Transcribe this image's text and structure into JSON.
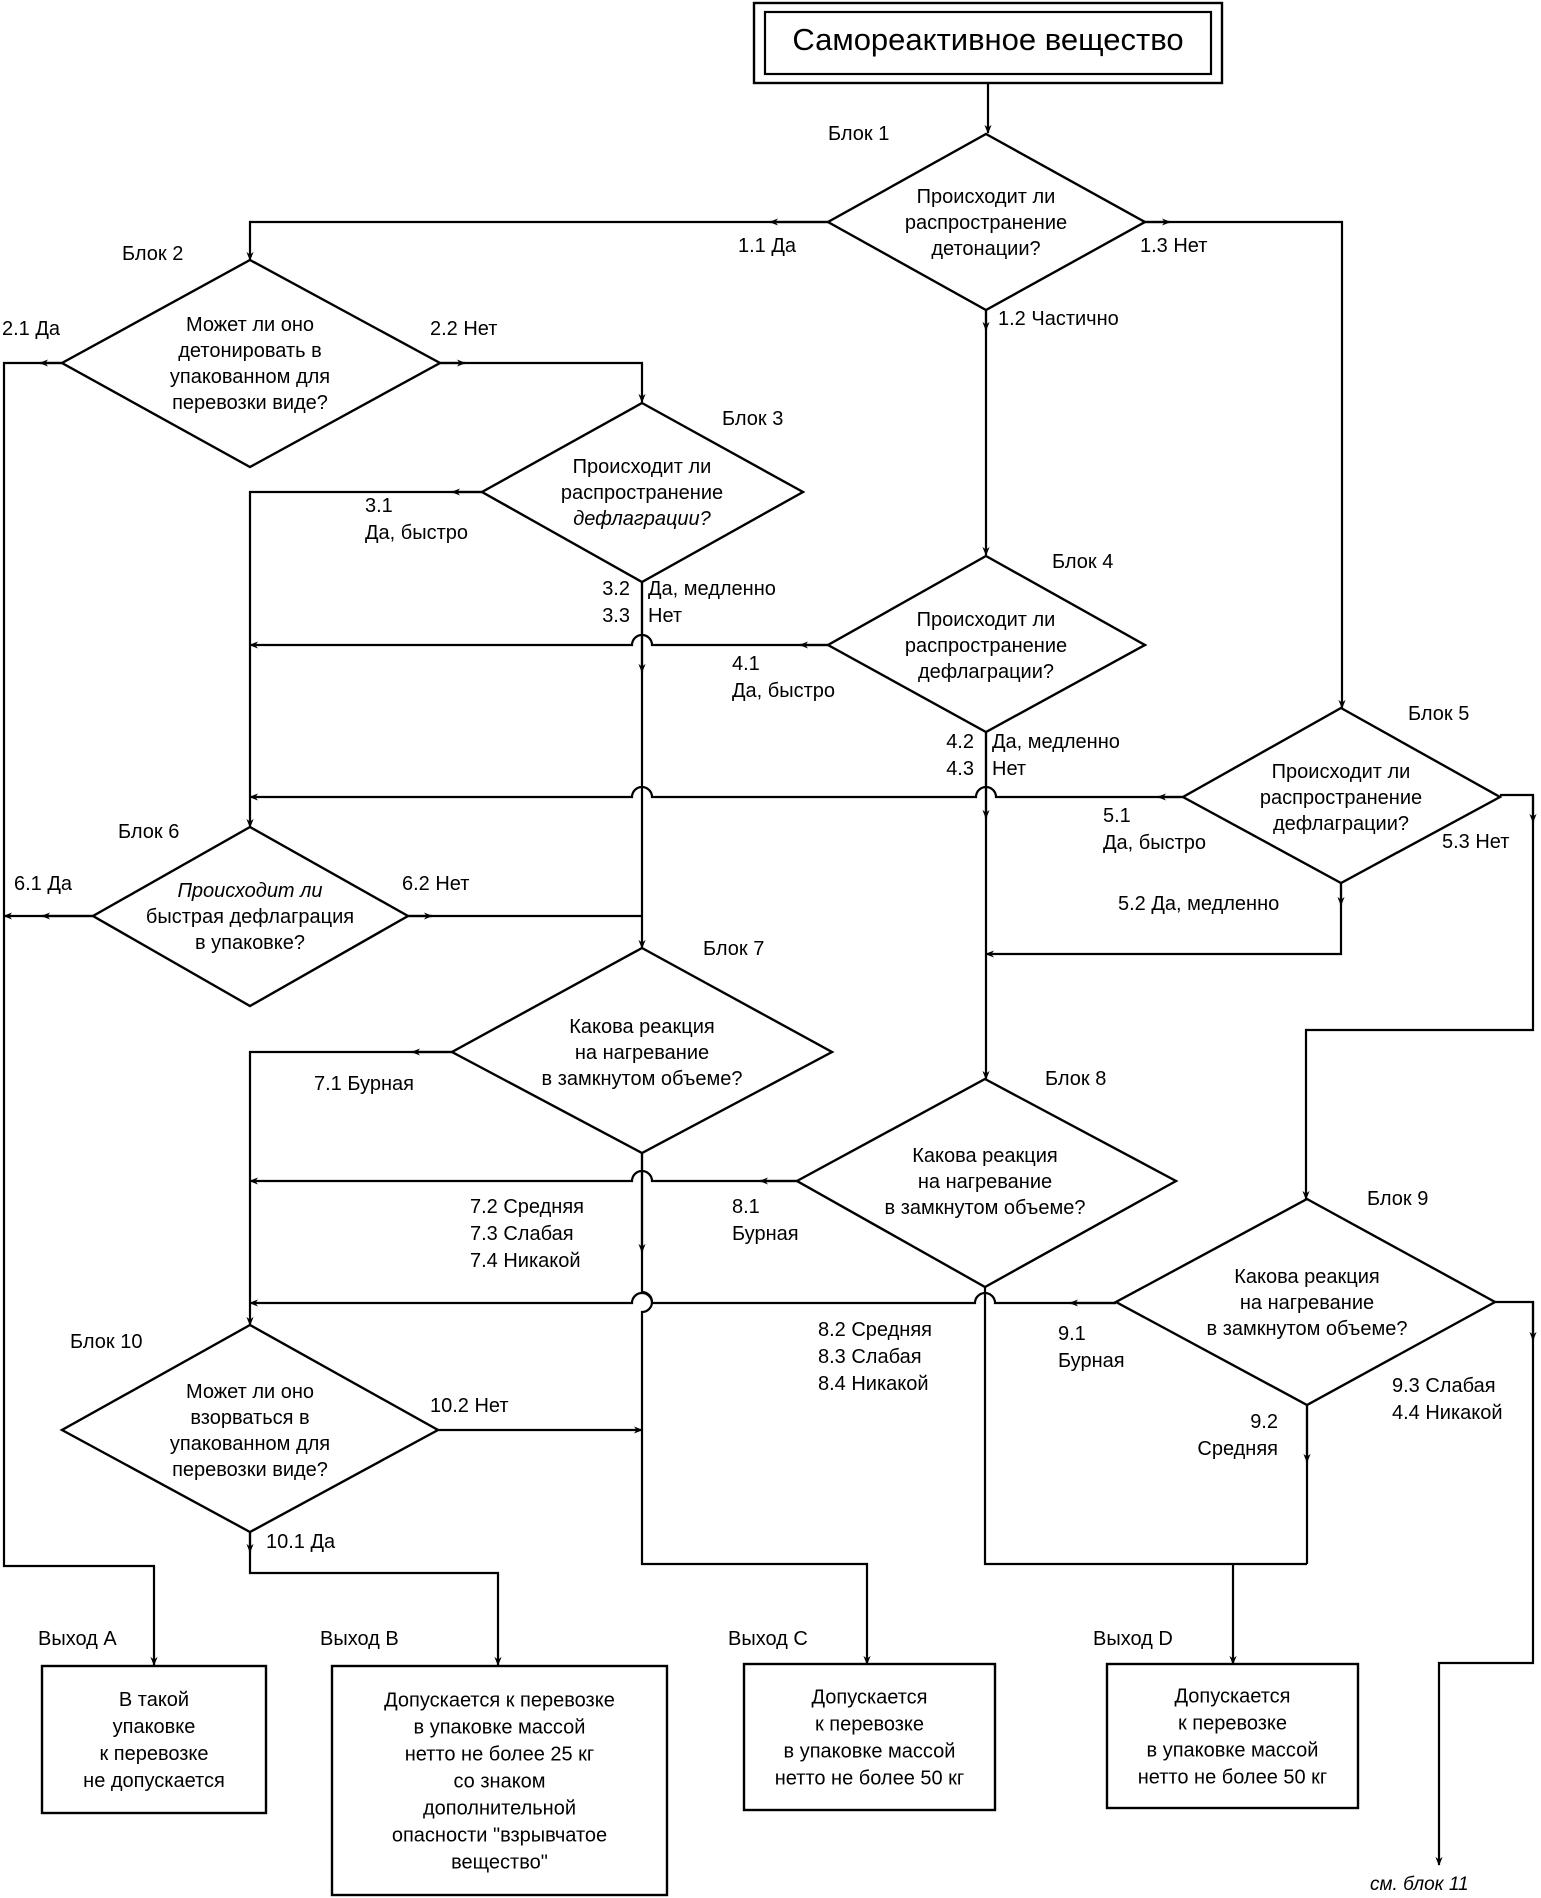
{
  "title": "Самореактивное вещество",
  "blocks": [
    {
      "id": "1",
      "label": "Блок 1",
      "question": [
        "Происходит ли",
        "распространение",
        "детонации?"
      ]
    },
    {
      "id": "2",
      "label": "Блок 2",
      "question": [
        "Может ли оно",
        "детонировать в",
        "упакованном для",
        "перевозки виде?"
      ]
    },
    {
      "id": "3",
      "label": "Блок 3",
      "question": [
        "Происходит ли",
        "распространение",
        "дефлаграции?"
      ]
    },
    {
      "id": "4",
      "label": "Блок 4",
      "question": [
        "Происходит ли",
        "распространение",
        "дефлаграции?"
      ]
    },
    {
      "id": "5",
      "label": "Блок 5",
      "question": [
        "Происходит ли",
        "распространение",
        "дефлаграции?"
      ]
    },
    {
      "id": "6",
      "label": "Блок 6",
      "question": [
        "Происходит ли",
        "быстрая дефлаграция",
        "в упаковке?"
      ]
    },
    {
      "id": "7",
      "label": "Блок 7",
      "question": [
        "Какова реакция",
        "на нагревание",
        "в замкнутом объеме?"
      ]
    },
    {
      "id": "8",
      "label": "Блок 8",
      "question": [
        "Какова реакция",
        "на нагревание",
        "в замкнутом объеме?"
      ]
    },
    {
      "id": "9",
      "label": "Блок 9",
      "question": [
        "Какова реакция",
        "на нагревание",
        "в замкнутом объеме?"
      ]
    },
    {
      "id": "10",
      "label": "Блок 10",
      "question": [
        "Может ли оно",
        "взорваться в",
        "упакованном для",
        "перевозки виде?"
      ]
    }
  ],
  "edges": {
    "e1_1": [
      "1.1 Да"
    ],
    "e1_2": [
      "1.2 Частично"
    ],
    "e1_3": [
      "1.3 Нет"
    ],
    "e2_1": [
      "2.1 Да"
    ],
    "e2_2": [
      "2.2 Нет"
    ],
    "e3_1": [
      "3.1",
      "Да, быстро"
    ],
    "e3_23_num": [
      "3.2",
      "3.3"
    ],
    "e3_23_txt": [
      "Да, медленно",
      "Нет"
    ],
    "e4_1": [
      "4.1",
      "Да, быстро"
    ],
    "e4_23_num": [
      "4.2",
      "4.3"
    ],
    "e4_23_txt": [
      "Да, медленно",
      "Нет"
    ],
    "e5_1": [
      "5.1",
      "Да, быстро"
    ],
    "e5_2": [
      "5.2 Да, медленно"
    ],
    "e5_3": [
      "5.3 Нет"
    ],
    "e6_1": [
      "6.1 Да"
    ],
    "e6_2": [
      "6.2 Нет"
    ],
    "e7_1": [
      "7.1 Бурная"
    ],
    "e7_234": [
      "7.2 Средняя",
      "7.3 Слабая",
      "7.4 Никакой"
    ],
    "e8_1": [
      "8.1",
      "Бурная"
    ],
    "e8_234": [
      "8.2 Средняя",
      "8.3 Слабая",
      "8.4 Никакой"
    ],
    "e9_1": [
      "9.1",
      "Бурная"
    ],
    "e9_2": [
      "9.2",
      "Средняя"
    ],
    "e9_34": [
      "9.3 Слабая",
      "4.4 Никакой"
    ],
    "e10_1": [
      "10.1 Да"
    ],
    "e10_2": [
      "10.2 Нет"
    ]
  },
  "exits": [
    {
      "id": "A",
      "label": "Выход A",
      "text": [
        "В такой",
        "упаковке",
        "к перевозке",
        "не допускается"
      ]
    },
    {
      "id": "B",
      "label": "Выход B",
      "text": [
        "Допускается к перевозке",
        "в упаковке массой",
        "нетто не более 25 кг",
        "со знаком",
        "дополнительной",
        "опасности \"взрывчатое",
        "вещество\""
      ]
    },
    {
      "id": "C",
      "label": "Выход C",
      "text": [
        "Допускается",
        "к перевозке",
        "в упаковке массой",
        "нетто не более 50 кг"
      ]
    },
    {
      "id": "D",
      "label": "Выход D",
      "text": [
        "Допускается",
        "к перевозке",
        "в упаковке массой",
        "нетто не более 50 кг"
      ]
    }
  ],
  "continuation": "см. блок 11"
}
